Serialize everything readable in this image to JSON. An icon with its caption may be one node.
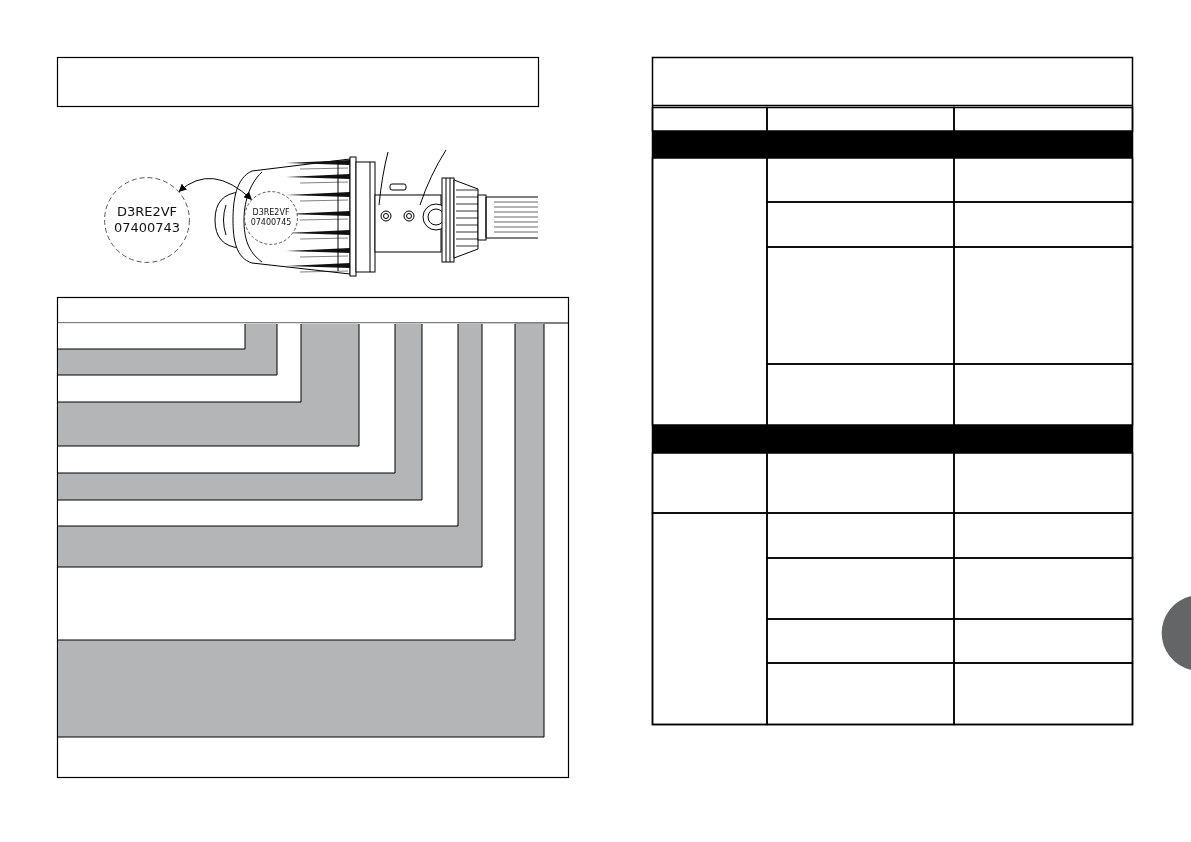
{
  "diagram": {
    "nodes": [
      {
        "text": [
          "D3RE2VF",
          "07400743"
        ]
      },
      {
        "text": [
          "D3RE2VF",
          "07400745"
        ]
      }
    ],
    "edges": [
      {
        "from": 1,
        "to": 0,
        "arrow": "both"
      }
    ]
  }
}
